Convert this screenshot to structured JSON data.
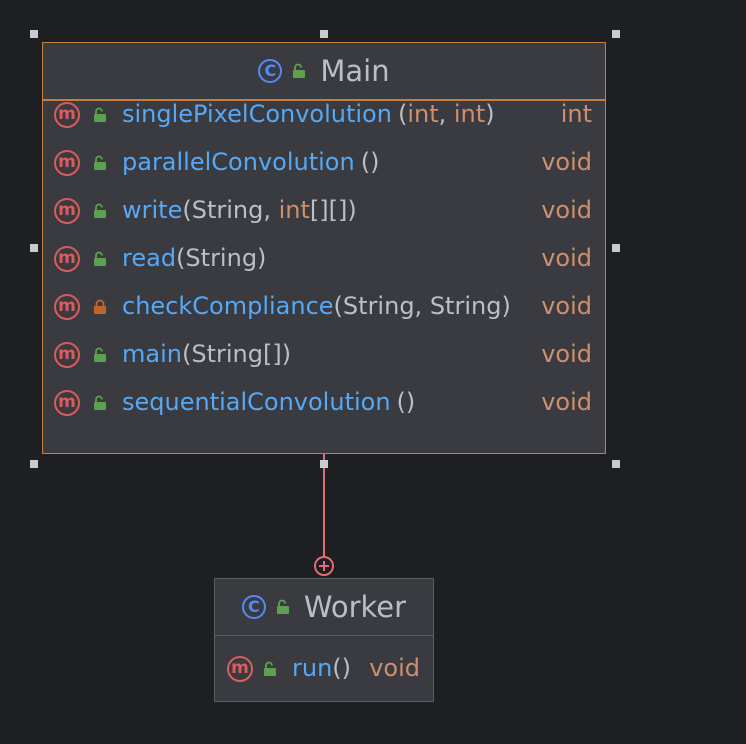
{
  "diagram": {
    "classes": {
      "main": {
        "name": "Main",
        "kind_icon": "class-icon",
        "visibility_icon": "lock-open-icon",
        "methods": [
          {
            "name": "singlePixelConvolution",
            "open": "(",
            "params": [
              {
                "type": "int",
                "kind": "primitive"
              },
              {
                "sep": ", "
              },
              {
                "type": "int",
                "kind": "primitive"
              }
            ],
            "close": ")",
            "return_type": "int",
            "visibility": "public"
          },
          {
            "name": "parallelConvolution",
            "open": "(",
            "params": [],
            "close": ")",
            "return_type": "void",
            "visibility": "public"
          },
          {
            "name": "write",
            "open": "(",
            "params": [
              {
                "type": "String",
                "kind": "reference"
              },
              {
                "sep": ", "
              },
              {
                "type": "int",
                "kind": "primitive"
              },
              {
                "type": "[][]",
                "kind": "reference"
              }
            ],
            "close": ")",
            "return_type": "void",
            "visibility": "public"
          },
          {
            "name": "read",
            "open": "(",
            "params": [
              {
                "type": "String",
                "kind": "reference"
              }
            ],
            "close": ")",
            "return_type": "void",
            "visibility": "public"
          },
          {
            "name": "checkCompliance",
            "open": "(",
            "params": [
              {
                "type": "String",
                "kind": "reference"
              },
              {
                "sep": ", "
              },
              {
                "type": "String",
                "kind": "reference"
              }
            ],
            "close": ")",
            "return_type": "void",
            "visibility": "private"
          },
          {
            "name": "main",
            "open": "(",
            "params": [
              {
                "type": "String[]",
                "kind": "reference"
              }
            ],
            "close": ")",
            "return_type": "void",
            "visibility": "public"
          },
          {
            "name": "sequentialConvolution",
            "open": "(",
            "params": [],
            "close": ")",
            "return_type": "void",
            "visibility": "public"
          }
        ]
      },
      "worker": {
        "name": "Worker",
        "kind_icon": "class-icon",
        "visibility_icon": "lock-open-icon",
        "methods": [
          {
            "name": "run",
            "open": "(",
            "params": [],
            "close": ")",
            "return_type": "void",
            "visibility": "public"
          }
        ]
      }
    },
    "relationship": {
      "type": "nested-inner-class",
      "from": "Main",
      "to": "Worker"
    },
    "icons": {
      "class": "C",
      "method": "m"
    },
    "colors": {
      "background": "#1e1f22",
      "class_fill": "#393b40",
      "selected_border": "#c77d3e",
      "method_name": "#56a8f5",
      "keyword": "#cf8e6d",
      "text": "#bcbec4",
      "class_icon": "#548af7",
      "method_icon": "#db5c5c",
      "public_lock": "#5fa04e",
      "private_lock": "#c4622d",
      "connector": "#e06c75"
    }
  }
}
